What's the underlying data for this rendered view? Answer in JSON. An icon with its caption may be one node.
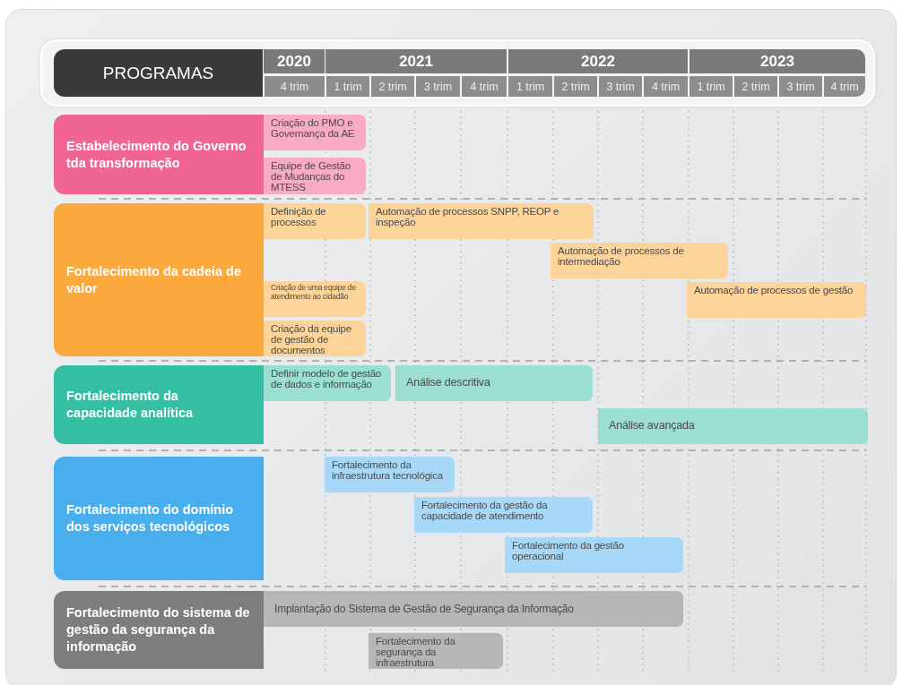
{
  "diagram": {
    "nodes": [
      {
        "text": [
          "Estabelecimento do Governo tda transformação"
        ]
      },
      {
        "text": [
          "Criação do PMO e Governança da AE"
        ]
      },
      {
        "text": [
          "Equipe de Gestão de Mudanças do MTESS"
        ]
      },
      {
        "text": [
          "Fortalecimento da cadeia de valor"
        ]
      },
      {
        "text": [
          "Definição de processos"
        ]
      },
      {
        "text": [
          "Automação de processos SNPP, REOP e inspeção"
        ]
      },
      {
        "text": [
          "Automação de processos de intermediação"
        ]
      },
      {
        "text": [
          "Automação de processos de gestão"
        ]
      },
      {
        "text": [
          "Criação de uma equipe de atendimento ao cidadão"
        ]
      },
      {
        "text": [
          "Criação da equipe de gestão de documentos"
        ]
      },
      {
        "text": [
          "Fortalecimento da capacidade analítica"
        ]
      },
      {
        "text": [
          "Definir modelo de gestão de dados e informação"
        ]
      },
      {
        "text": [
          "Análise descritiva"
        ]
      },
      {
        "text": [
          "Análise avançada"
        ]
      },
      {
        "text": [
          "Fortalecimento do domínio dos serviços tecnológicos"
        ]
      },
      {
        "text": [
          "Fortalecimento da infraestrutura tecnológica"
        ]
      },
      {
        "text": [
          "Fortalecimento da gestão da capacidade de atendimento"
        ]
      },
      {
        "text": [
          "Fortalecimento da gestão operacional"
        ]
      },
      {
        "text": [
          "Fortalecimento do sistema de gestão da segurança da informação"
        ]
      },
      {
        "text": [
          "Implantação do Sistema de Gestão de Segurança da Informação"
        ]
      },
      {
        "text": [
          "Fortalecimento da segurança da infraestrutura"
        ]
      }
    ],
    "labels": [
      "PROGRAMAS",
      "2020",
      "2021",
      "2022",
      "2023",
      "4 trim",
      "1 trim",
      "2 trim",
      "3 trim",
      "4 trim",
      "1 trim",
      "2 trim",
      "3 trim",
      "4 trim",
      "1 trim",
      "2 trim",
      "3 trim",
      "4 trim"
    ]
  }
}
